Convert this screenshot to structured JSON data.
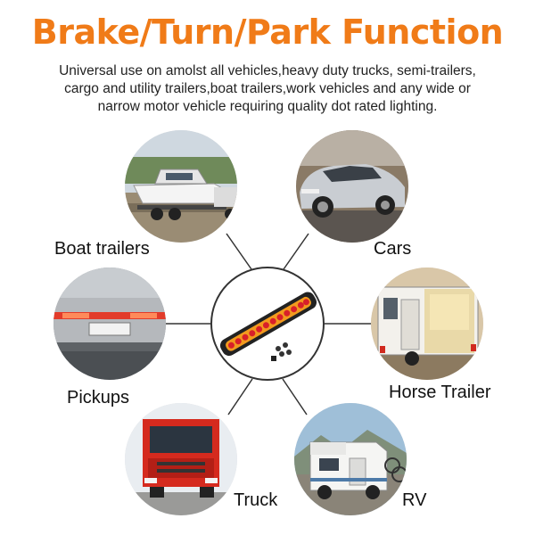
{
  "heading": "Brake/Turn/Park Function",
  "description": [
    "Universal use on amolst all vehicles,heavy duty trucks, semi-trailers,",
    "cargo and utility trailers,boat trailers,work vehicles and any wide or",
    "narrow motor vehicle requiring quality dot rated lighting."
  ],
  "applications": [
    {
      "label": "Boat trailers",
      "icon": "boat-trailer-photo"
    },
    {
      "label": "Cars",
      "icon": "car-photo"
    },
    {
      "label": "Pickups",
      "icon": "pickup-taillights-photo"
    },
    {
      "label": "Horse Trailer",
      "icon": "horse-trailer-photo"
    },
    {
      "label": "Truck",
      "icon": "semi-truck-photo"
    },
    {
      "label": "RV",
      "icon": "rv-camper-photo"
    }
  ],
  "product": {
    "icon": "led-light-bar-photo"
  },
  "colors": {
    "heading": "#f07b18",
    "led_amber": "#f29a1e",
    "led_red": "#d8202a",
    "line": "#333333"
  }
}
